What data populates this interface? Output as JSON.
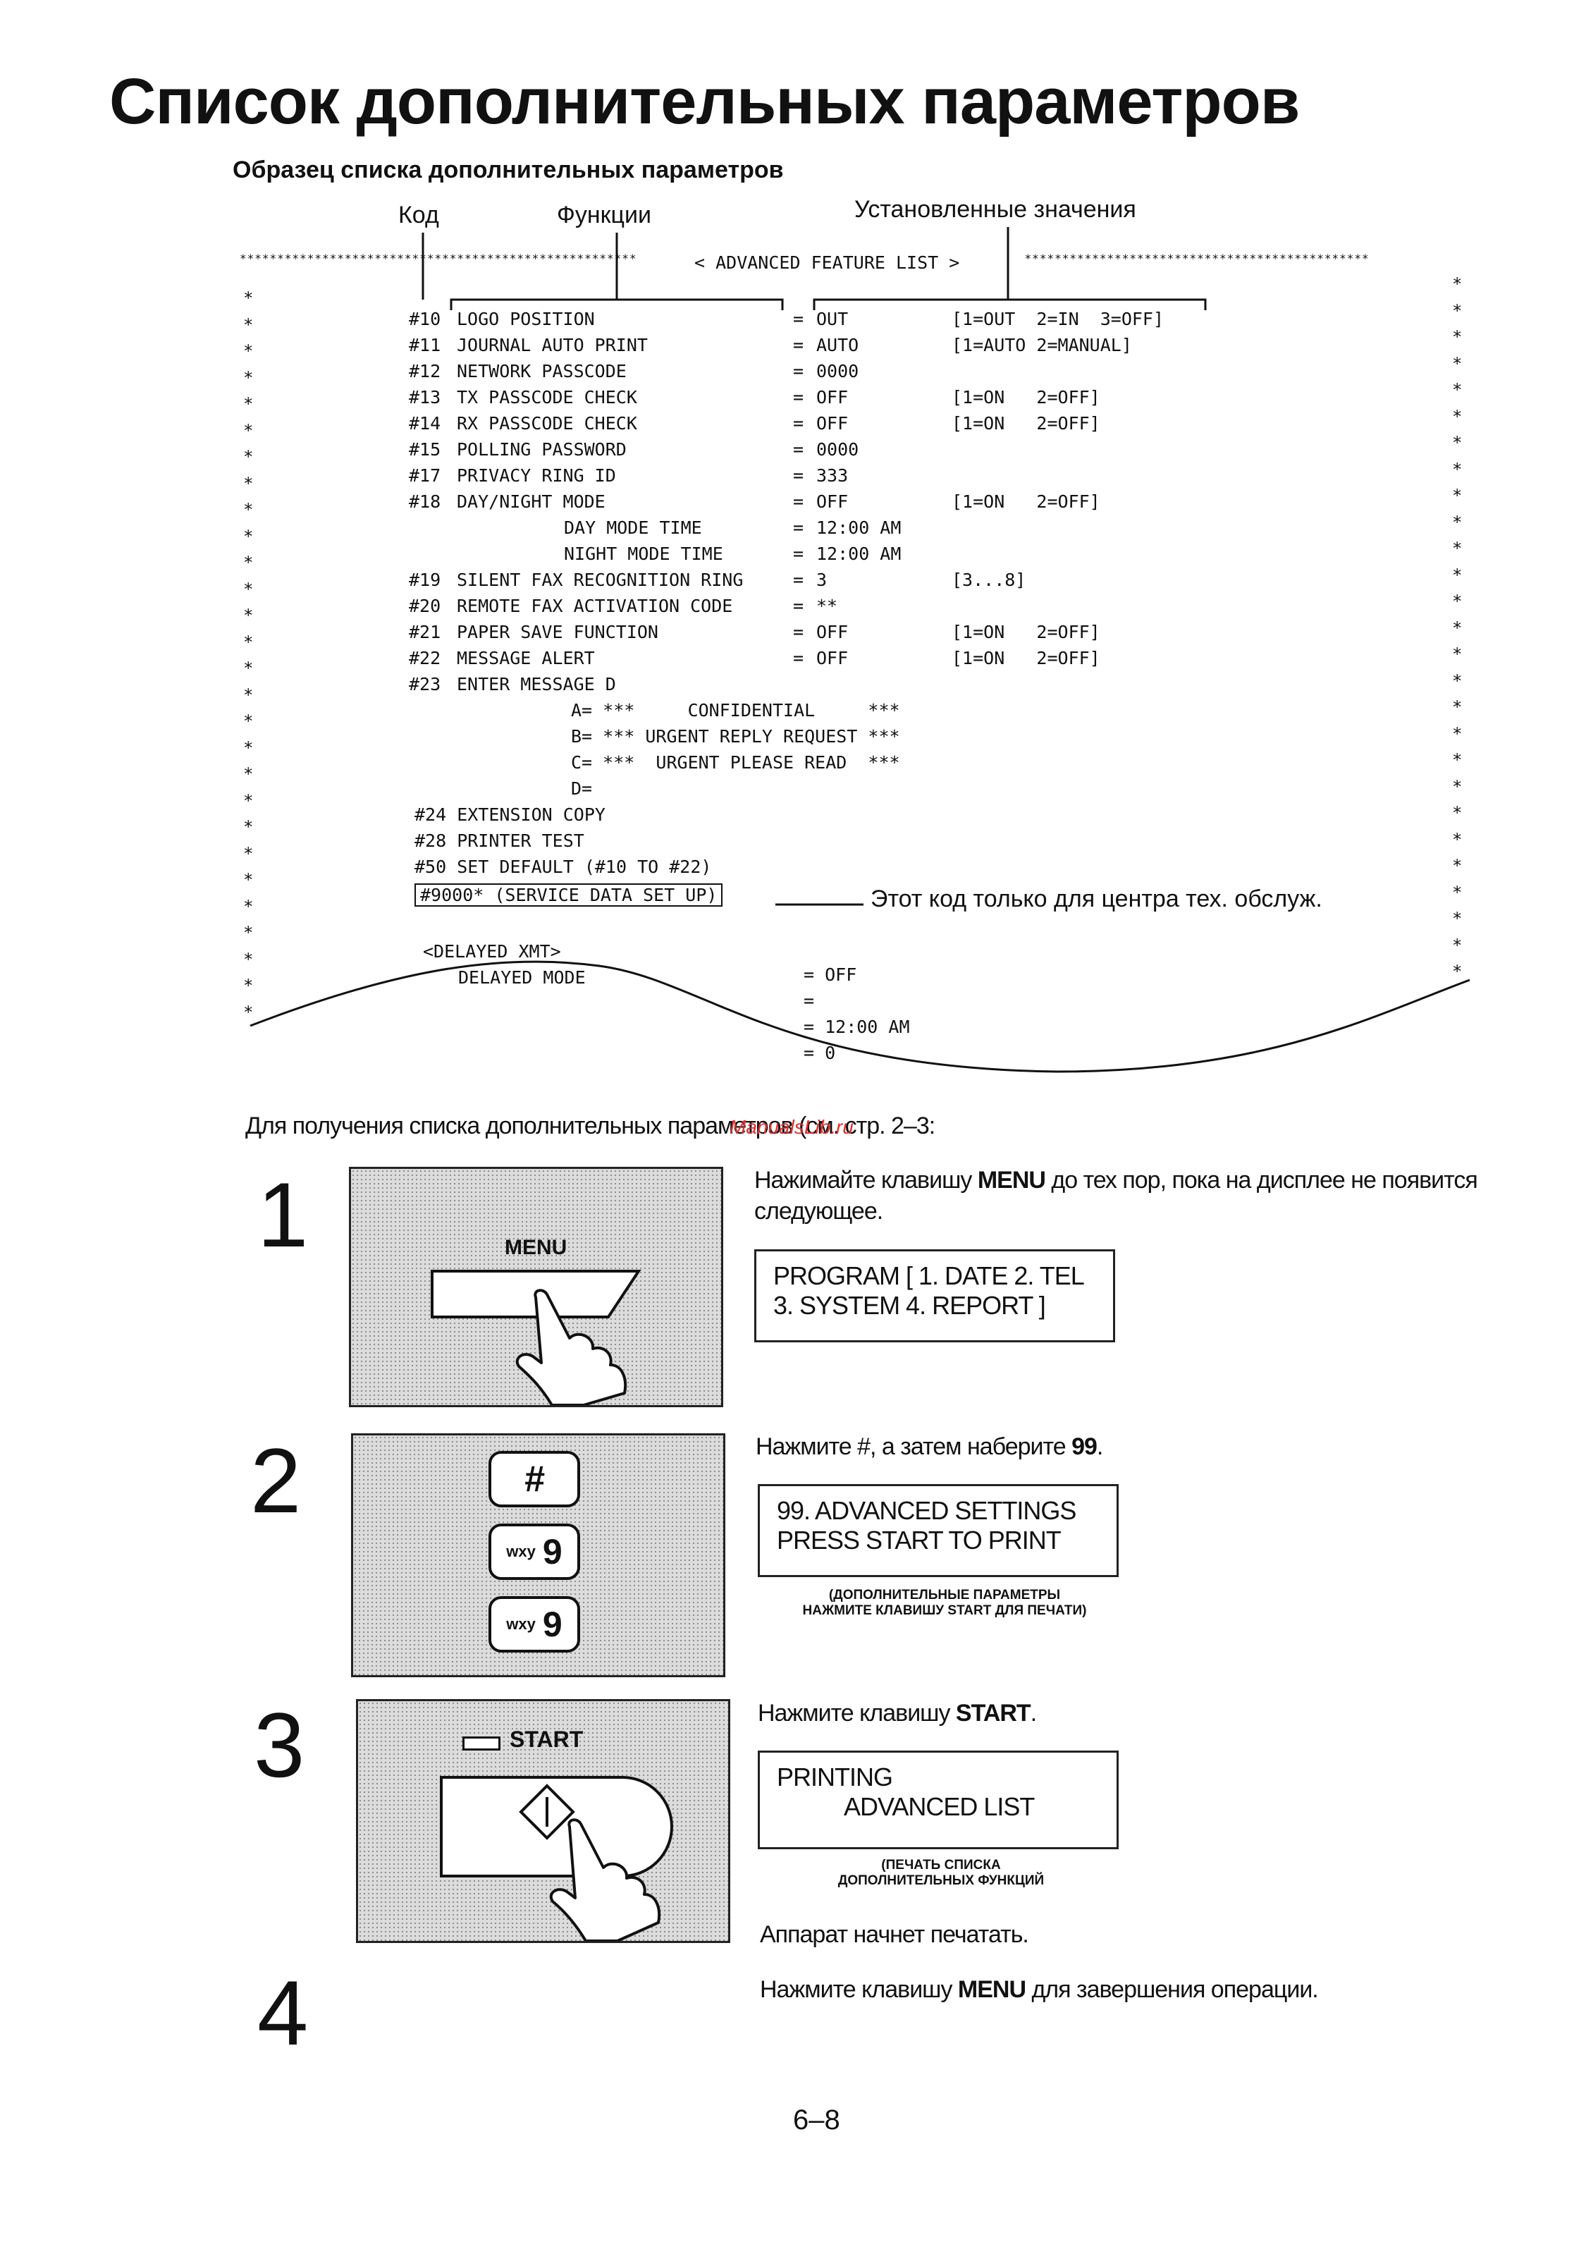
{
  "title": "Список дополнительных параметров",
  "subtitle": "Образец списка дополнительных параметров",
  "column_headers": {
    "code": "Код",
    "functions": "Функции",
    "values": "Установленные значения"
  },
  "printout": {
    "header": "< ADVANCED FEATURE LIST >",
    "rows": [
      {
        "code": "#10",
        "name": "LOGO POSITION",
        "value": "OUT",
        "options": "[1=OUT  2=IN  3=OFF]"
      },
      {
        "code": "#11",
        "name": "JOURNAL AUTO PRINT",
        "value": "AUTO",
        "options": "[1=AUTO 2=MANUAL]"
      },
      {
        "code": "#12",
        "name": "NETWORK PASSCODE",
        "value": "0000",
        "options": ""
      },
      {
        "code": "#13",
        "name": "TX PASSCODE CHECK",
        "value": "OFF",
        "options": "[1=ON   2=OFF]"
      },
      {
        "code": "#14",
        "name": "RX PASSCODE CHECK",
        "value": "OFF",
        "options": "[1=ON   2=OFF]"
      },
      {
        "code": "#15",
        "name": "POLLING PASSWORD",
        "value": "0000",
        "options": ""
      },
      {
        "code": "#17",
        "name": "PRIVACY RING ID",
        "value": "333",
        "options": ""
      },
      {
        "code": "#18",
        "name": "DAY/NIGHT MODE",
        "value": "OFF",
        "options": "[1=ON   2=OFF]"
      },
      {
        "code": "",
        "name": "DAY MODE TIME",
        "value": "12:00 AM",
        "options": ""
      },
      {
        "code": "",
        "name": "NIGHT MODE TIME",
        "value": "12:00 AM",
        "options": ""
      },
      {
        "code": "#19",
        "name": "SILENT FAX RECOGNITION RING",
        "value": "3",
        "options": "[3...8]"
      },
      {
        "code": "#20",
        "name": "REMOTE FAX ACTIVATION CODE",
        "value": "**",
        "options": ""
      },
      {
        "code": "#21",
        "name": "PAPER SAVE FUNCTION",
        "value": "OFF",
        "options": "[1=ON   2=OFF]"
      },
      {
        "code": "#22",
        "name": "MESSAGE ALERT",
        "value": "OFF",
        "options": "[1=ON   2=OFF]"
      },
      {
        "code": "#23",
        "name": "ENTER MESSAGE D",
        "value": "",
        "options": ""
      }
    ],
    "messages": [
      "A= ***     CONFIDENTIAL     ***",
      "B= *** URGENT REPLY REQUEST ***",
      "C= ***  URGENT PLEASE READ  ***",
      "D="
    ],
    "tail_rows": [
      "#24 EXTENSION COPY",
      "#28 PRINTER TEST",
      "#50 SET DEFAULT (#10 TO #22)"
    ],
    "service_code": "#9000* (SERVICE DATA SET UP)",
    "service_note": "Этот код только для центра тех. обслуж.",
    "delayed_header": "<DELAYED XMT>",
    "delayed_rows": [
      {
        "name": "DELAYED MODE",
        "value": "= OFF"
      },
      {
        "name": "",
        "value": "="
      },
      {
        "name": "",
        "value": "= 12:00 AM"
      },
      {
        "name": "",
        "value": "= 0"
      }
    ]
  },
  "intro": "Для получения списка дополнительных параметров (см. стр. 2–3:",
  "watermark": "ManualsLib.ru",
  "steps": [
    {
      "number": "1",
      "key_label": "MENU",
      "instruction_pre": "Нажимайте клавишу ",
      "instruction_key": "MENU",
      "instruction_post": " до тех пор, пока на дисплее не появится следующее.",
      "lcd": [
        "PROGRAM [ 1. DATE  2. TEL",
        "3. SYSTEM  4. REPORT ]"
      ],
      "lcd_caption": []
    },
    {
      "number": "2",
      "keys": [
        {
          "sub": "",
          "main": "#"
        },
        {
          "sub": "wxy",
          "main": "9"
        },
        {
          "sub": "wxy",
          "main": "9"
        }
      ],
      "instruction_pre": "Нажмите #, а затем наберите ",
      "instruction_key": "99",
      "instruction_post": ".",
      "lcd": [
        "99. ADVANCED SETTINGS",
        "PRESS START TO PRINT"
      ],
      "lcd_caption": [
        "(ДОПОЛНИТЕЛЬНЫЕ ПАРАМЕТРЫ",
        "НАЖМИТЕ КЛАВИШУ START ДЛЯ ПЕЧАТИ)"
      ]
    },
    {
      "number": "3",
      "key_label": "START",
      "instruction_pre": "Нажмите клавишу ",
      "instruction_key": "START",
      "instruction_post": ".",
      "lcd": [
        "PRINTING",
        "ADVANCED LIST"
      ],
      "lcd_caption": [
        "(ПЕЧАТЬ СПИСКА",
        "ДОПОЛНИТЕЛЬНЫХ ФУНКЦИЙ"
      ],
      "after": "Аппарат начнет печатать."
    },
    {
      "number": "4",
      "instruction_pre": "Нажмите клавишу ",
      "instruction_key": "MENU",
      "instruction_post": " для завершения операции."
    }
  ],
  "page_number": "6–8"
}
